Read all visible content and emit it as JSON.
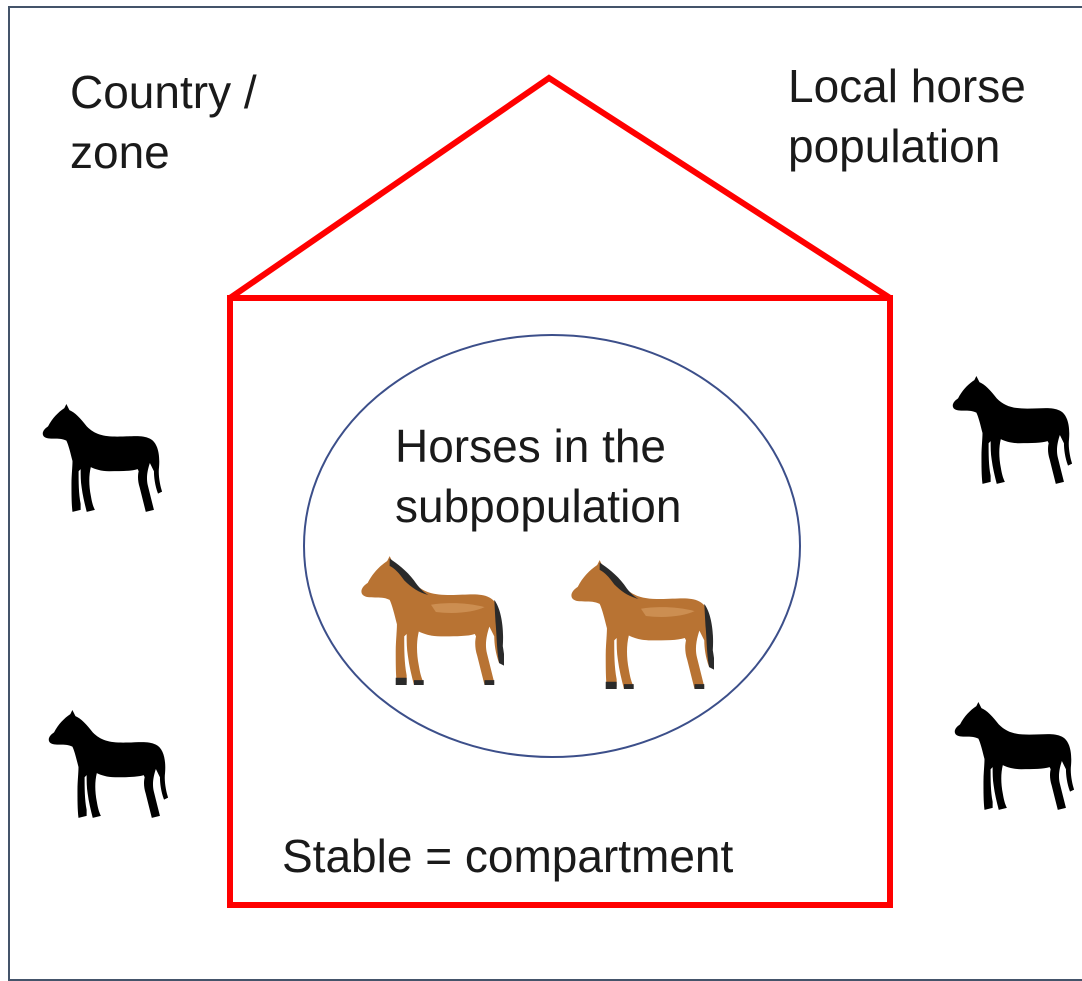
{
  "labels": {
    "country_zone_line1": "Country /",
    "country_zone_line2": "zone",
    "local_population_line1": "Local horse",
    "local_population_line2": "population",
    "subpopulation_line1": "Horses in the",
    "subpopulation_line2": "subpopulation",
    "stable": "Stable = compartment"
  },
  "colors": {
    "house_outline": "#ff0000",
    "ellipse_outline": "#3c4f8a",
    "frame_border": "#44546a",
    "local_horse": "#000000",
    "subpopulation_horse_body": "#b87333",
    "subpopulation_horse_mane": "#2a2a2a"
  },
  "icons": {
    "local_horse": "black-horse-silhouette-icon",
    "subpopulation_horse": "brown-horse-icon"
  }
}
